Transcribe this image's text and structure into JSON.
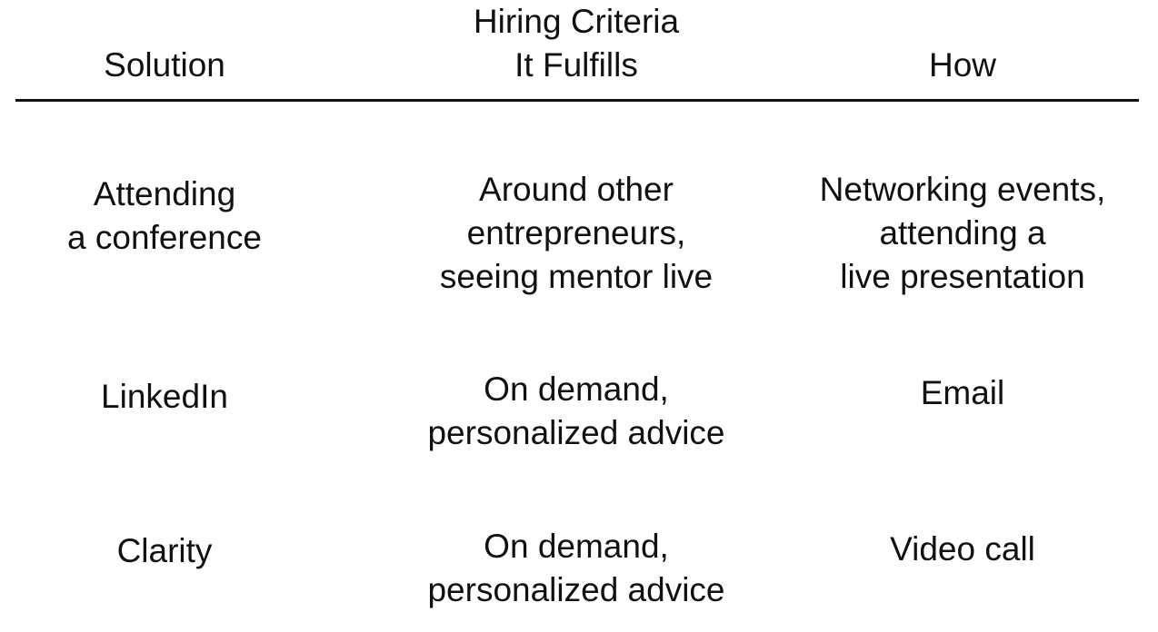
{
  "table": {
    "headers": [
      {
        "lines": [
          "Solution"
        ]
      },
      {
        "lines": [
          "Hiring Criteria",
          "It Fulfills"
        ]
      },
      {
        "lines": [
          "How"
        ]
      }
    ],
    "rows": [
      {
        "solution": [
          "Attending",
          "a conference"
        ],
        "criteria": [
          "Around other",
          "entrepreneurs,",
          "seeing mentor live"
        ],
        "how": [
          "Networking events,",
          "attending a",
          "live presentation"
        ]
      },
      {
        "solution": [
          "LinkedIn"
        ],
        "criteria": [
          "On demand,",
          "personalized advice"
        ],
        "how": [
          "Email"
        ]
      },
      {
        "solution": [
          "Clarity"
        ],
        "criteria": [
          "On demand,",
          "personalized advice"
        ],
        "how": [
          "Video call"
        ]
      }
    ]
  }
}
